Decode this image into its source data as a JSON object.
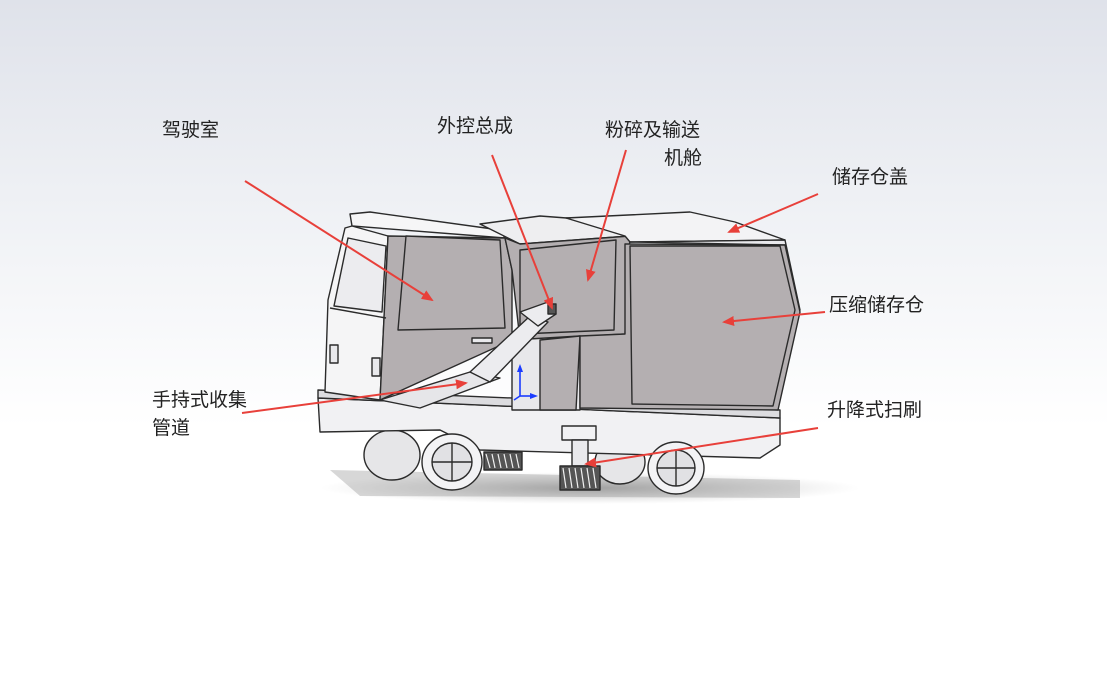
{
  "labels": {
    "cab": "驾驶室",
    "external_control": "外控总成",
    "crushing_line1": "粉碎及输送",
    "crushing_line2": "机舱",
    "storage_cover": "储存仓盖",
    "compression_storage": "压缩储存仓",
    "handheld_line1": "手持式收集",
    "handheld_line2": "管道",
    "lifting_brush": "升降式扫刷"
  },
  "colors": {
    "body_fill": "#b4afb1",
    "panel_light": "#e9e9ec",
    "panel_white": "#f7f7f8",
    "outline": "#2b2b2b",
    "arrow": "#e8403a",
    "triad_blue": "#1b3cff"
  }
}
